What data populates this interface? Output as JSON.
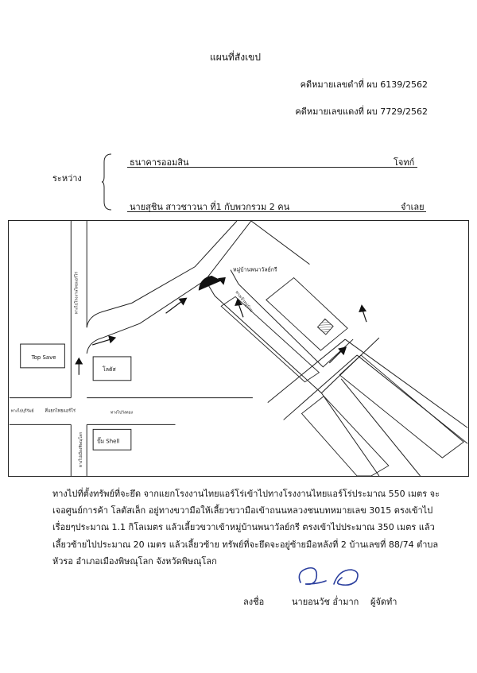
{
  "header": {
    "title": "แผนที่สังเขป",
    "black_case_no": "คดีหมายเลขดำที่ ผบ 6139/2562",
    "red_case_no": "คดีหมายเลขแดงที่ ผบ 7729/2562"
  },
  "parties": {
    "between_label": "ระหว่าง",
    "plaintiff_name": "ธนาคารออมสิน",
    "plaintiff_role": "โจทก์",
    "defendant_name": "นายสุชิน สาวชาวนา ที่1 กับพวกรวม 2 คน",
    "defendant_role": "จำเลย"
  },
  "map": {
    "labels": {
      "top_save": "Top Save",
      "lotus": "โลตัส",
      "shell": "ปั๊ม Shell",
      "village": "หมู่บ้านพนาวัลย์กรี",
      "village_road": "ทางเข้าหมู่บ้าน",
      "road_north": "ทางไปโรงงานไทยแอร์โร่",
      "intersection": "สี่แยกไทยแอร์โร่",
      "to_bangrakam": "ทางไปบุรีรัมย์",
      "to_wangthong": "ทางไปวังทอง",
      "to_city": "ทางไปเมืองพิษณุโลก"
    }
  },
  "description": [
    "ทางไปที่ตั้งทรัพย์ที่จะยึด จากแยกโรงงานไทยแอร์โร่เข้าไปทางโรงงานไทยแอร์โร่ประมาณ 550 เมตร จะ",
    "เจอศูนย์การค้า โลตัสเล็ก อยู่ทางขวามือให้เลี้ยวขวามือเข้าถนนหลวงชนบทหมายเลข 3015 ตรงเข้าไป",
    "เรื่อยๆประมาณ 1.1 กิโลเมตร แล้วเลี้ยวขวาเข้าหมู่บ้านพนาวัลย์กรี ตรงเข้าไปประมาณ 350 เมตร แล้ว",
    "เลี้ยวซ้ายไปประมาณ 20 เมตร แล้วเลี้ยวซ้าย ทรัพย์ที่จะยึดจะอยู่ซ้ายมือหลังที่ 2 บ้านเลขที่ 88/74 ตำบล",
    "หัวรอ อำเภอเมืองพิษณุโลก จังหวัดพิษณุโลก"
  ],
  "signature": {
    "label": "ลงชื่อ",
    "name": "นายอนวัช อ่ำมาก",
    "role": "ผู้จัดทำ",
    "color": "#2b3f9e"
  }
}
